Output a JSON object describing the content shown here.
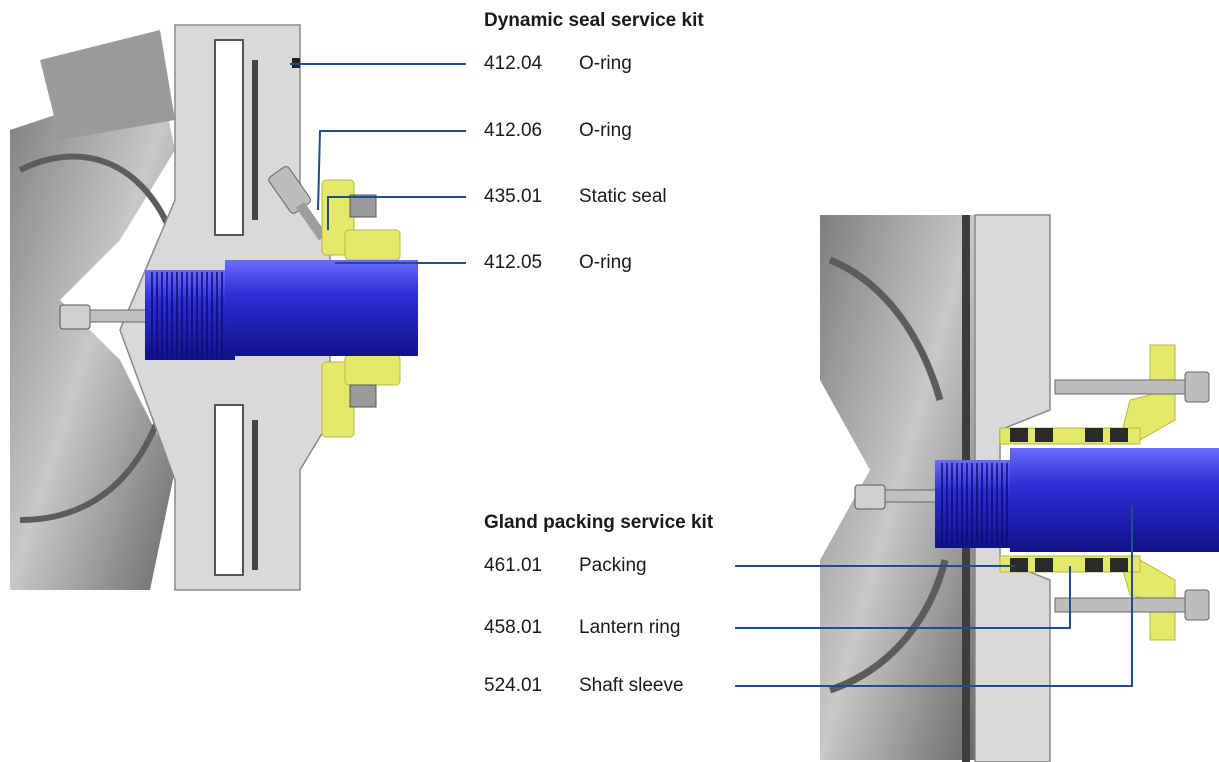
{
  "kits": [
    {
      "title": "Dynamic seal service kit",
      "parts": [
        {
          "number": "412.04",
          "name": "O-ring"
        },
        {
          "number": "412.06",
          "name": "O-ring"
        },
        {
          "number": "435.01",
          "name": "Static seal"
        },
        {
          "number": "412.05",
          "name": "O-ring"
        }
      ]
    },
    {
      "title": "Gland packing service kit",
      "parts": [
        {
          "number": "461.01",
          "name": "Packing"
        },
        {
          "number": "458.01",
          "name": "Lantern ring"
        },
        {
          "number": "524.01",
          "name": "Shaft sleeve"
        }
      ]
    }
  ],
  "colors": {
    "leader_line": "#1f4e8c",
    "housing": "#d9d9d9",
    "housing_dark": "#a9a9a9",
    "shaft_sleeve": "#2c2cc8",
    "gland": "#e5e86a",
    "packing": "#2a2a2a"
  }
}
